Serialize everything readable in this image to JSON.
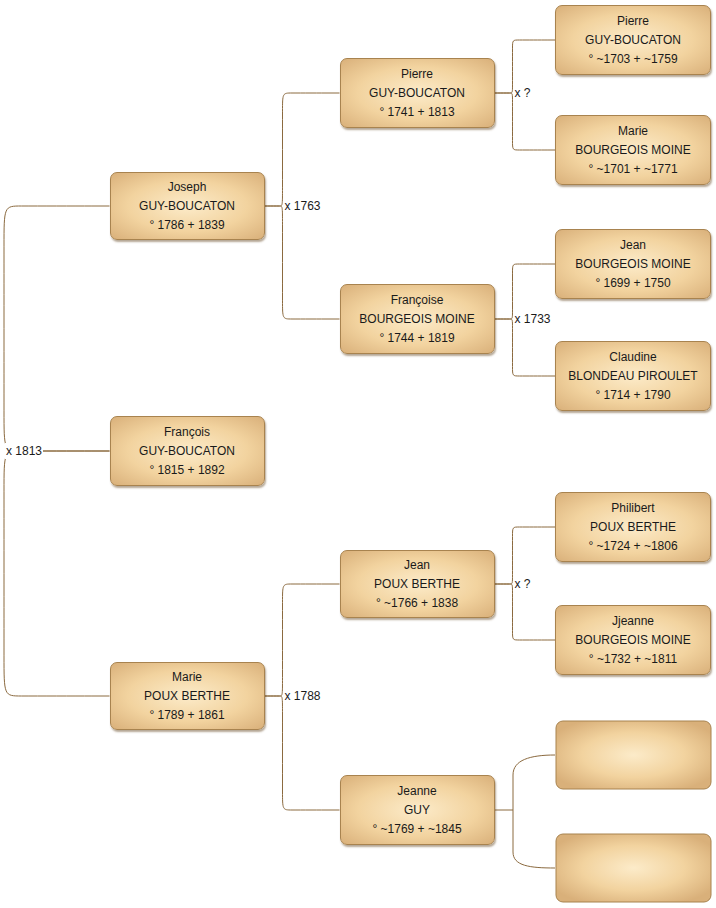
{
  "diagram": {
    "nodes": [
      {
        "text": [
          "Joseph",
          "GUY-BOUCATON",
          "° 1786 + 1839"
        ]
      },
      {
        "text": [
          "François",
          "GUY-BOUCATON",
          "° 1815 + 1892"
        ]
      },
      {
        "text": [
          "Marie",
          "POUX BERTHE",
          "° 1789 + 1861"
        ]
      },
      {
        "text": [
          "Pierre",
          "GUY-BOUCATON",
          "° 1741 + 1813"
        ]
      },
      {
        "text": [
          "Françoise",
          "BOURGEOIS MOINE",
          "° 1744 + 1819"
        ]
      },
      {
        "text": [
          "Jean",
          "POUX BERTHE",
          "° ~1766 + 1838"
        ]
      },
      {
        "text": [
          "Jeanne",
          "GUY",
          "° ~1769 + ~1845"
        ]
      },
      {
        "text": [
          "Pierre",
          "GUY-BOUCATON",
          "° ~1703 + ~1759"
        ]
      },
      {
        "text": [
          "Marie",
          "BOURGEOIS MOINE",
          "° ~1701 + ~1771"
        ]
      },
      {
        "text": [
          "Jean",
          "BOURGEOIS MOINE",
          "° 1699 + 1750"
        ]
      },
      {
        "text": [
          "Claudine",
          "BLONDEAU PIROULET",
          "° 1714 + 1790"
        ]
      },
      {
        "text": [
          "Philibert",
          "POUX BERTHE",
          "° ~1724 + ~1806"
        ]
      },
      {
        "text": [
          "Jjeanne",
          "BOURGEOIS MOINE",
          "° ~1732 + ~1811"
        ]
      }
    ],
    "edges": [
      {
        "from": 0,
        "to": 1,
        "arrow": "none",
        "label": "x 1813"
      },
      {
        "from": 2,
        "to": 1,
        "arrow": "none"
      },
      {
        "from": 3,
        "to": 0,
        "arrow": "none",
        "label": "x 1763"
      },
      {
        "from": 4,
        "to": 0,
        "arrow": "none"
      },
      {
        "from": 7,
        "to": 3,
        "arrow": "none",
        "label": "x ?"
      },
      {
        "from": 8,
        "to": 3,
        "arrow": "none"
      },
      {
        "from": 9,
        "to": 4,
        "arrow": "none",
        "label": "x 1733"
      },
      {
        "from": 10,
        "to": 4,
        "arrow": "none"
      },
      {
        "from": 11,
        "to": 5,
        "arrow": "none",
        "label": "x ?"
      },
      {
        "from": 12,
        "to": 5,
        "arrow": "none"
      },
      {
        "from": 5,
        "to": 2,
        "arrow": "none",
        "label": "x 1788"
      },
      {
        "from": 6,
        "to": 2,
        "arrow": "none"
      }
    ]
  }
}
